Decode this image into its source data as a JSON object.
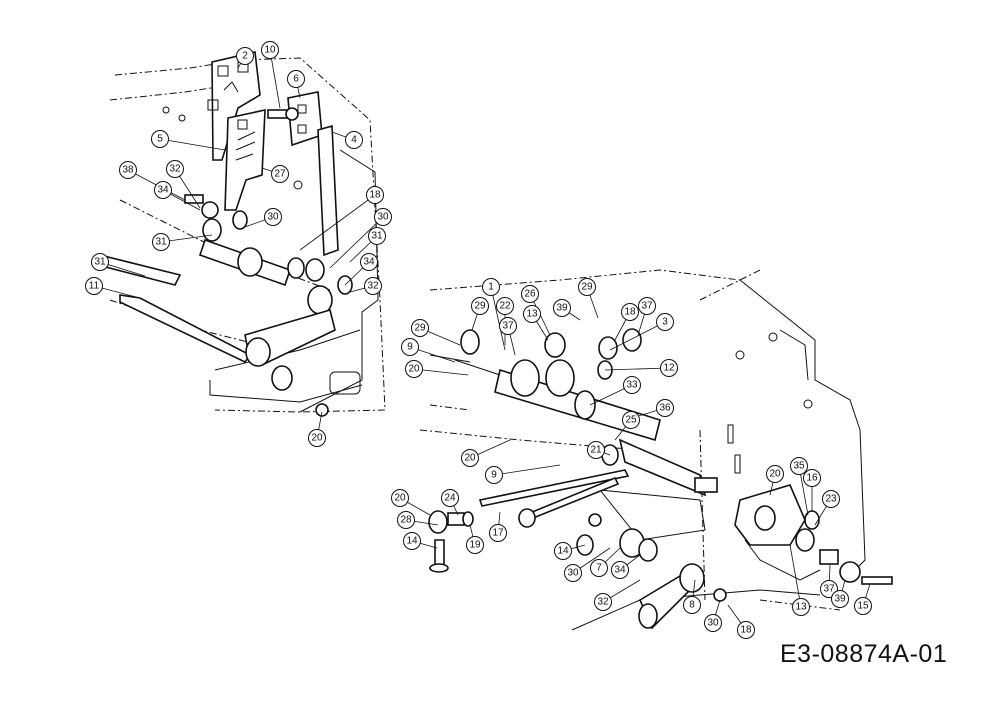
{
  "drawing_code": "E3-08874A-01",
  "callouts": [
    "2",
    "10",
    "6",
    "5",
    "4",
    "27",
    "38",
    "32",
    "34",
    "18",
    "30",
    "30",
    "31",
    "34",
    "32",
    "31",
    "31",
    "11",
    "20",
    "1",
    "26",
    "29",
    "39",
    "18",
    "37",
    "29",
    "22",
    "37",
    "13",
    "29",
    "3",
    "9",
    "12",
    "20",
    "33",
    "36",
    "25",
    "20",
    "9",
    "21",
    "20",
    "35",
    "16",
    "23",
    "24",
    "20",
    "28",
    "19",
    "17",
    "14",
    "14",
    "7",
    "34",
    "30",
    "32",
    "8",
    "30",
    "18",
    "13",
    "37",
    "39",
    "15"
  ]
}
